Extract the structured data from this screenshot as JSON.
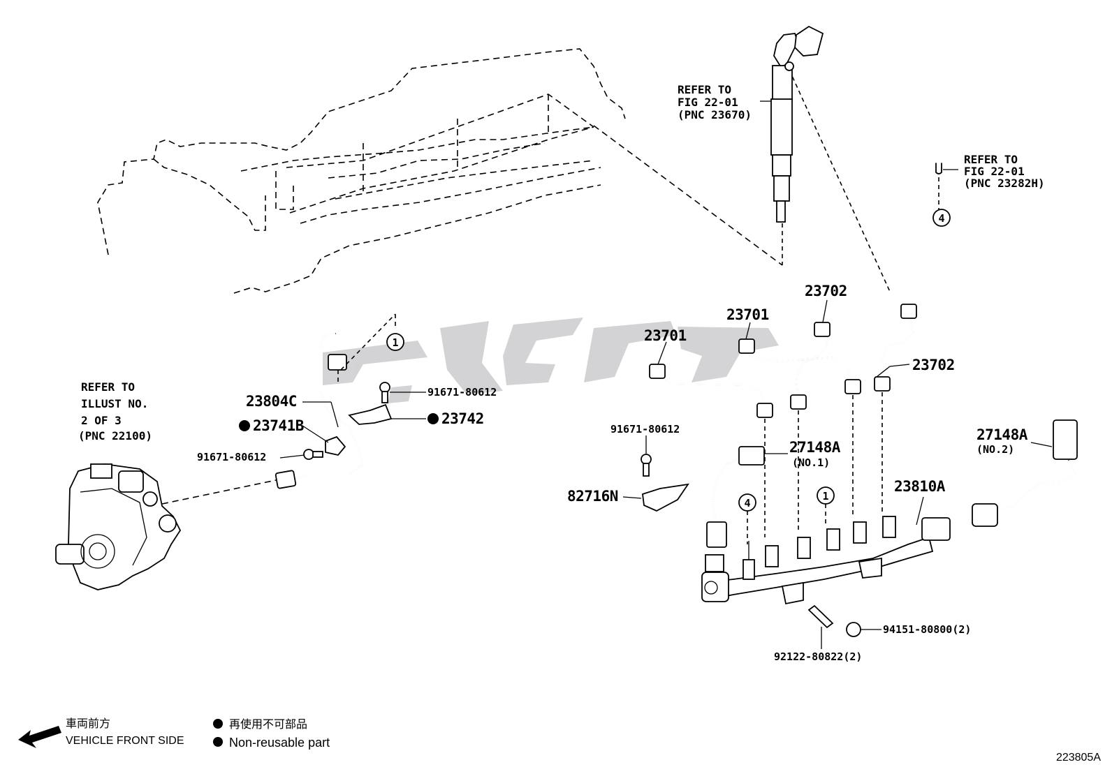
{
  "diagram_id": "223805A",
  "watermark": "کی پارت",
  "references": {
    "injector": [
      "REFER TO",
      "FIG 22-01",
      "(PNC 23670)"
    ],
    "holder": [
      "REFER TO",
      "FIG 22-01",
      "(PNC 23282H)"
    ],
    "pump": [
      "REFER TO",
      "ILLUST NO.",
      "2 OF 3",
      "(PNC 22100)"
    ]
  },
  "parts": {
    "p23701a": "23701",
    "p23701b": "23701",
    "p23702a": "23702",
    "p23702b": "23702",
    "p23804c": "23804C",
    "p23741b": "23741B",
    "p23742": "23742",
    "p91671a": "91671-80612",
    "p91671b": "91671-80612",
    "p91671c": "91671-80612",
    "p27148a1": "27148A",
    "p27148a1_note": "(NO.1)",
    "p27148a2": "27148A",
    "p27148a2_note": "(NO.2)",
    "p82716n": "82716N",
    "p23810a": "23810A",
    "p94151": "94151-80800(2)",
    "p92122": "92122-80822(2)"
  },
  "callouts": {
    "c1_left": "1",
    "c1_rail": "1",
    "c4_top": "4",
    "c4_rail": "4"
  },
  "legend": {
    "front_jp": "車両前方",
    "front_en": "VEHICLE FRONT SIDE",
    "nonreuse_jp": "再使用不可部品",
    "nonreuse_en": "Non-reusable part"
  }
}
